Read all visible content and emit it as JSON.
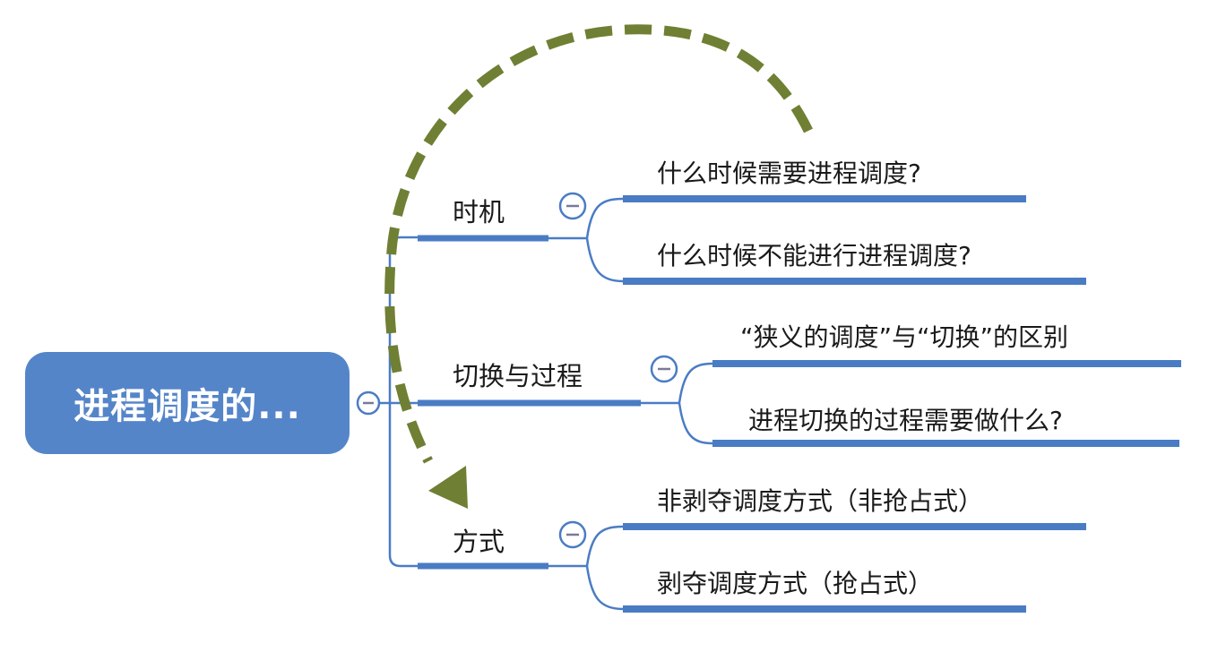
{
  "root": {
    "label": "进程调度的..."
  },
  "branches": [
    {
      "label": "时机",
      "children": [
        {
          "label": "什么时候需要进程调度?"
        },
        {
          "label": "什么时候不能进行进程调度?"
        }
      ]
    },
    {
      "label": "切换与过程",
      "children": [
        {
          "label": "“狭义的调度”与“切换”的区别"
        },
        {
          "label": "进程切换的过程需要做什么?"
        }
      ]
    },
    {
      "label": "方式",
      "children": [
        {
          "label": "非剥夺调度方式（非抢占式）"
        },
        {
          "label": "剥夺调度方式（抢占式）"
        }
      ]
    }
  ],
  "colors": {
    "node_blue": "#5585c9",
    "line_blue": "#4a7cc4",
    "arrow_green": "#6f7f34",
    "text": "#1a1a1a"
  },
  "icons": {
    "collapse": "minus-circle-icon",
    "annotation_arrow": "dashed-curved-arrow"
  }
}
